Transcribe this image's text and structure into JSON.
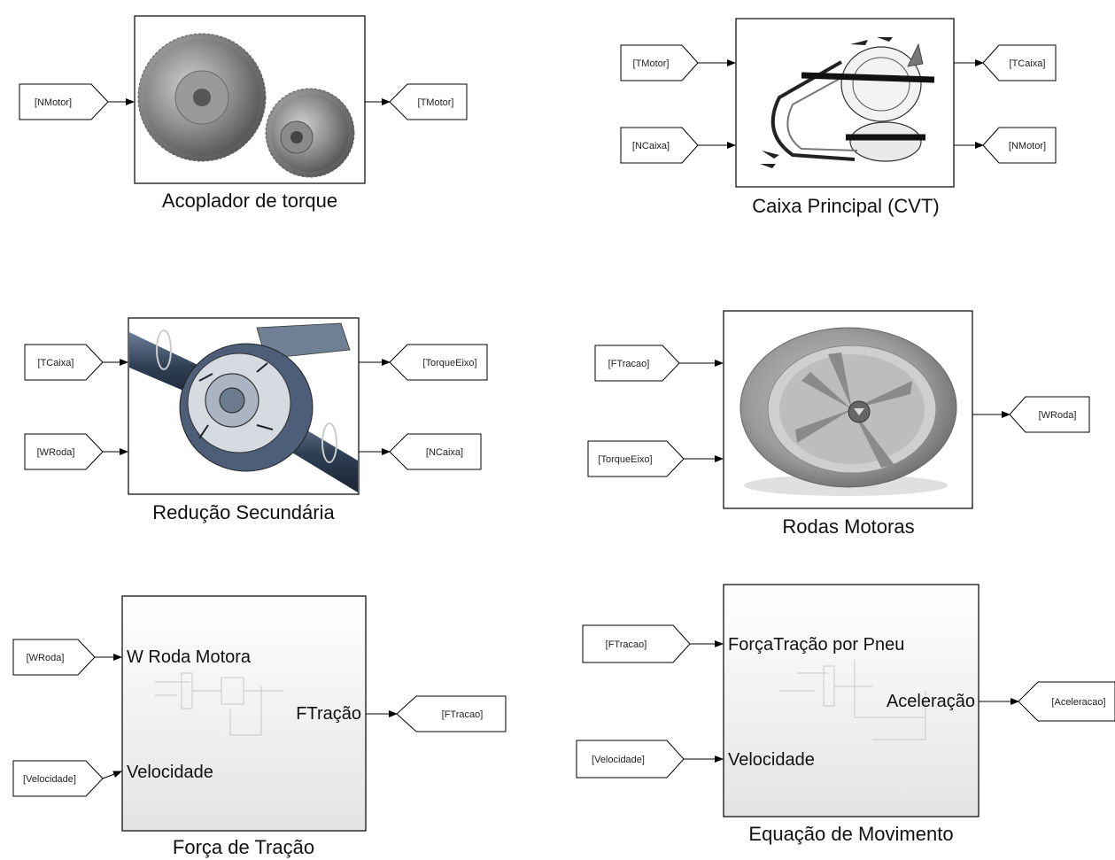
{
  "blocks": {
    "acoplador": {
      "title": "Acoplador de torque",
      "inputs": [
        "[NMotor]"
      ],
      "outputs": [
        "[TMotor]"
      ]
    },
    "cvt": {
      "title": "Caixa Principal (CVT)",
      "inputs": [
        "[TMotor]",
        "[NCaixa]"
      ],
      "outputs": [
        "[TCaixa]",
        "[NMotor]"
      ]
    },
    "reducao": {
      "title": "Redução Secundária",
      "inputs": [
        "[TCaixa]",
        "[WRoda]"
      ],
      "outputs": [
        "[TorqueEixo]",
        "[NCaixa]"
      ]
    },
    "rodas": {
      "title": "Rodas Motoras",
      "inputs": [
        "[FTracao]",
        "[TorqueEixo]"
      ],
      "outputs": [
        "[WRoda]"
      ]
    },
    "forca": {
      "title": "Força de Tração",
      "inputs": [
        "[WRoda]",
        "[Velocidade]"
      ],
      "outputs": [
        "[FTracao]"
      ],
      "port_in": [
        "W Roda Motora",
        "Velocidade"
      ],
      "port_out": [
        "FTração"
      ]
    },
    "equacao": {
      "title": "Equação de Movimento",
      "inputs": [
        "[FTracao]",
        "[Velocidade]"
      ],
      "outputs": [
        "[Aceleracao]"
      ],
      "port_in": [
        "ForçaTração por Pneu",
        "Velocidade"
      ],
      "port_out": [
        "Aceleração"
      ]
    }
  },
  "colors": {
    "line": "#000000",
    "block_border": "#000000",
    "gear": "#8a8a8a",
    "diff_blue": "#3a4f68"
  }
}
